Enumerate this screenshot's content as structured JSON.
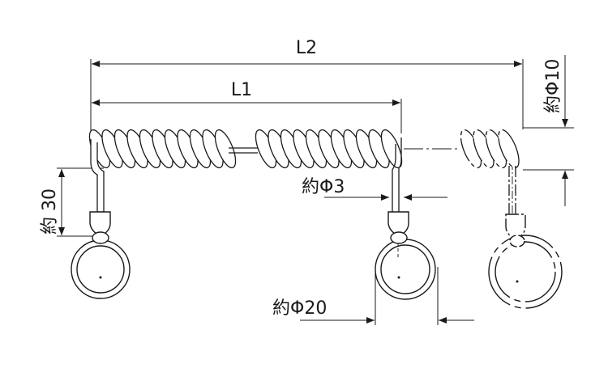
{
  "labels": {
    "l2": "L2",
    "l1": "L1",
    "dia_wire": "約Φ3",
    "dia_ring": "約Φ20",
    "dia_coil": "約Φ10",
    "length_ring": "約 30"
  },
  "colors": {
    "line": "#1a1a1a",
    "background": "#ffffff"
  }
}
